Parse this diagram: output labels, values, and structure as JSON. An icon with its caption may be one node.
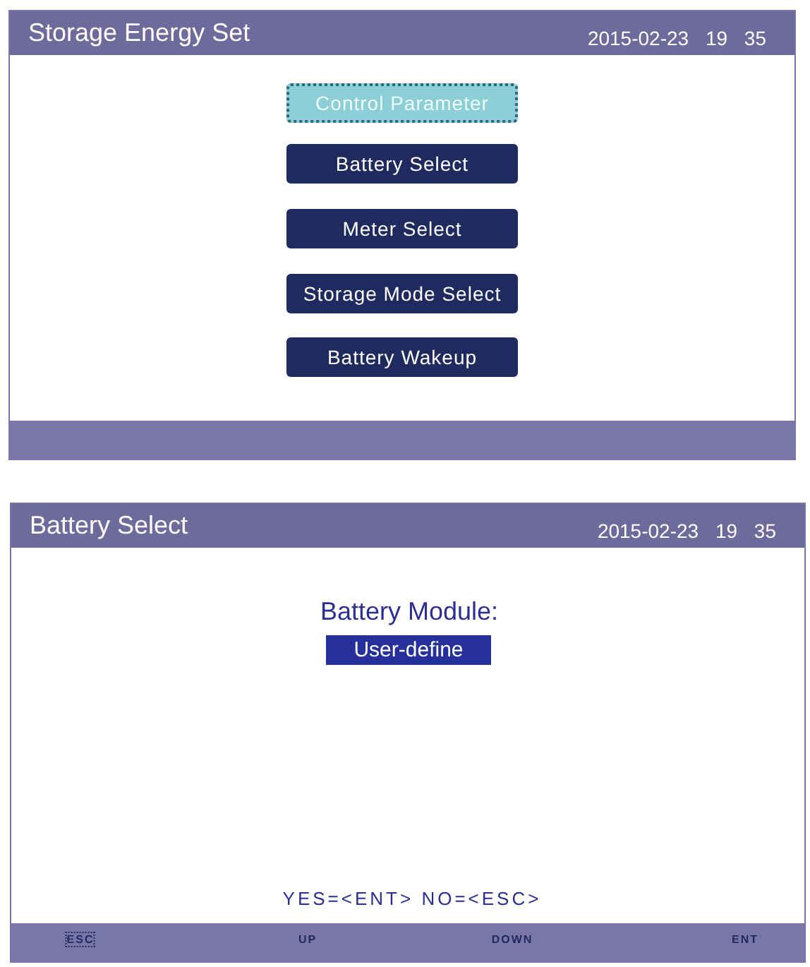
{
  "diagram": {
    "nodes": [
      {
        "text": [
          "Storage Energy Set",
          "2015-02-23 19 35"
        ]
      },
      {
        "text": [
          "Control Parameter"
        ],
        "in": 0
      },
      {
        "text": [
          "Battery Select"
        ],
        "in": 0
      },
      {
        "text": [
          "Meter Select"
        ],
        "in": 0
      },
      {
        "text": [
          "Storage Mode Select"
        ],
        "in": 0
      },
      {
        "text": [
          "Battery Wakeup"
        ],
        "in": 0
      },
      {
        "text": [
          "Battery Select",
          "2015-02-23 19 35"
        ]
      },
      {
        "text": [
          "User-define"
        ],
        "in": 6
      }
    ],
    "labels": [
      "Battery Module:",
      "YES=<ENT> NO=<ESC>",
      "ESC",
      "UP",
      "DOWN",
      "ENT"
    ]
  }
}
